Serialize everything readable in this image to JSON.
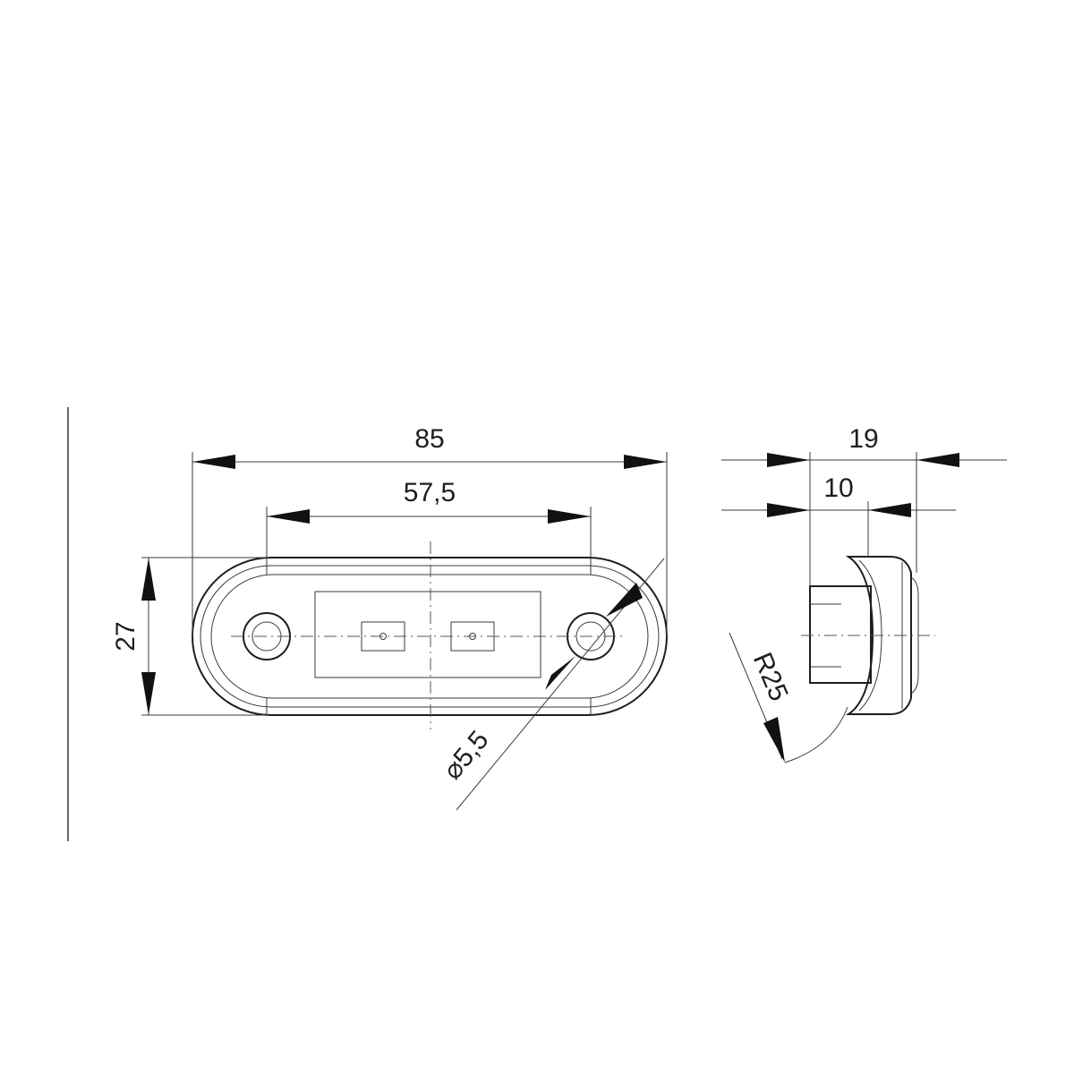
{
  "dimensions": {
    "overall_length": "85",
    "hole_spacing": "57,5",
    "height": "27",
    "hole_diameter": "⌀5,5",
    "depth_total": "19",
    "depth_base": "10",
    "radius": "R25"
  },
  "colors": {
    "line": "#1e1e1e",
    "background": "#ffffff"
  }
}
